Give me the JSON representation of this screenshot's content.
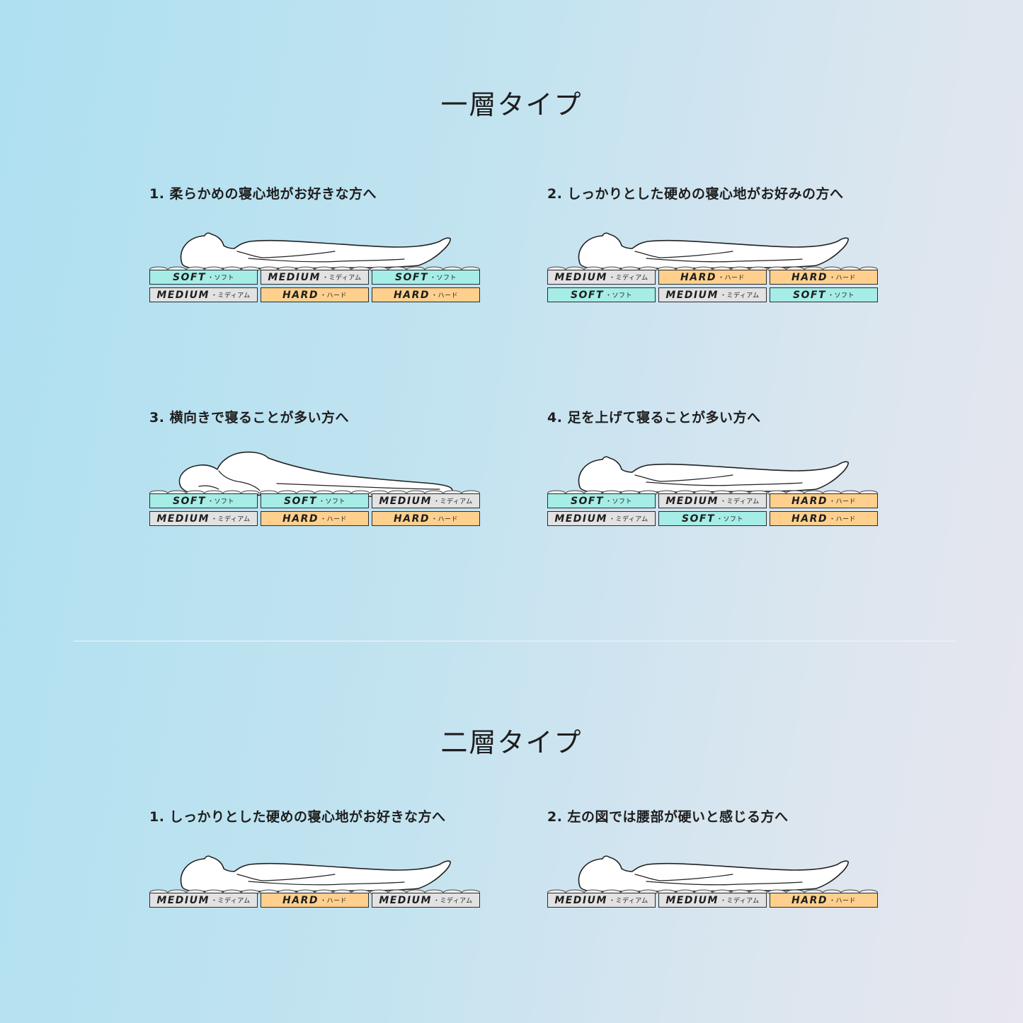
{
  "sections": [
    {
      "title": "一層タイプ",
      "panels": [
        {
          "title": "1. 柔らかめの寝心地がお好きな方へ",
          "pose": "supine",
          "rows": [
            [
              {
                "level": "SOFT",
                "kana": "・ソフト"
              },
              {
                "level": "MEDIUM",
                "kana": "・ミディアム"
              },
              {
                "level": "SOFT",
                "kana": "・ソフト"
              }
            ],
            [
              {
                "level": "MEDIUM",
                "kana": "・ミディアム"
              },
              {
                "level": "HARD",
                "kana": "・ハード"
              },
              {
                "level": "HARD",
                "kana": "・ハード"
              }
            ]
          ]
        },
        {
          "title": "2. しっかりとした硬めの寝心地がお好みの方へ",
          "pose": "supine",
          "rows": [
            [
              {
                "level": "MEDIUM",
                "kana": "・ミディアム"
              },
              {
                "level": "HARD",
                "kana": "・ハード"
              },
              {
                "level": "HARD",
                "kana": "・ハード"
              }
            ],
            [
              {
                "level": "SOFT",
                "kana": "・ソフト"
              },
              {
                "level": "MEDIUM",
                "kana": "・ミディアム"
              },
              {
                "level": "SOFT",
                "kana": "・ソフト"
              }
            ]
          ]
        },
        {
          "title": "3. 横向きで寝ることが多い方へ",
          "pose": "side",
          "rows": [
            [
              {
                "level": "SOFT",
                "kana": "・ソフト"
              },
              {
                "level": "SOFT",
                "kana": "・ソフト"
              },
              {
                "level": "MEDIUM",
                "kana": "・ミディアム"
              }
            ],
            [
              {
                "level": "MEDIUM",
                "kana": "・ミディアム"
              },
              {
                "level": "HARD",
                "kana": "・ハード"
              },
              {
                "level": "HARD",
                "kana": "・ハード"
              }
            ]
          ]
        },
        {
          "title": "4. 足を上げて寝ることが多い方へ",
          "pose": "supine",
          "rows": [
            [
              {
                "level": "SOFT",
                "kana": "・ソフト"
              },
              {
                "level": "MEDIUM",
                "kana": "・ミディアム"
              },
              {
                "level": "HARD",
                "kana": "・ハード"
              }
            ],
            [
              {
                "level": "MEDIUM",
                "kana": "・ミディアム"
              },
              {
                "level": "SOFT",
                "kana": "・ソフト"
              },
              {
                "level": "HARD",
                "kana": "・ハード"
              }
            ]
          ]
        }
      ]
    },
    {
      "title": "二層タイプ",
      "panels": [
        {
          "title": "1. しっかりとした硬めの寝心地がお好きな方へ",
          "pose": "supine",
          "rows": [
            [
              {
                "level": "MEDIUM",
                "kana": "・ミディアム"
              },
              {
                "level": "HARD",
                "kana": "・ハード"
              },
              {
                "level": "MEDIUM",
                "kana": "・ミディアム"
              }
            ]
          ]
        },
        {
          "title": "2. 左の図では腰部が硬いと感じる方へ",
          "pose": "supine",
          "rows": [
            [
              {
                "level": "MEDIUM",
                "kana": "・ミディアム"
              },
              {
                "level": "MEDIUM",
                "kana": "・ミディアム"
              },
              {
                "level": "HARD",
                "kana": "・ハード"
              }
            ]
          ]
        }
      ]
    }
  ],
  "colors": {
    "SOFT": "#a5ede6",
    "MEDIUM": "#e2e2e2",
    "HARD": "#ffd08d"
  }
}
